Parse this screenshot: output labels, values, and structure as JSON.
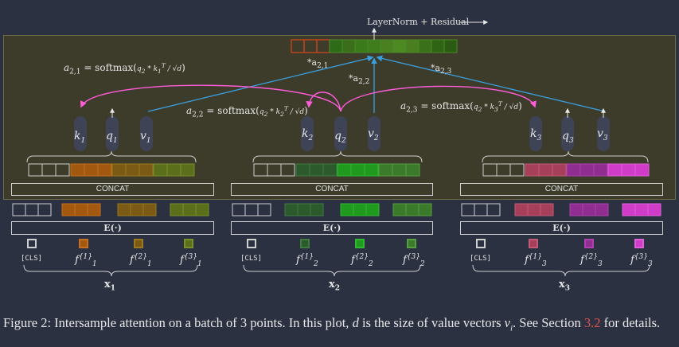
{
  "top_label": "LayerNorm + Residual",
  "blocks": [
    {
      "k": "k",
      "k_sub": "1",
      "q": "q",
      "q_sub": "1",
      "v": "v",
      "v_sub": "1",
      "concat": "CONCAT",
      "encoder": "E(·)",
      "x": "x",
      "x_sub": "1",
      "cls": "[CLS]",
      "f": [
        "f",
        "f",
        "f"
      ],
      "f_sub": "1",
      "f_sup": [
        "{1}",
        "{2}",
        "{3}"
      ]
    },
    {
      "k": "k",
      "k_sub": "2",
      "q": "q",
      "q_sub": "2",
      "v": "v",
      "v_sub": "2",
      "concat": "CONCAT",
      "encoder": "E(·)",
      "x": "x",
      "x_sub": "2",
      "cls": "[CLS]",
      "f": [
        "f",
        "f",
        "f"
      ],
      "f_sub": "2",
      "f_sup": [
        "{1}",
        "{2}",
        "{3}"
      ]
    },
    {
      "k": "k",
      "k_sub": "3",
      "q": "q",
      "q_sub": "3",
      "v": "v",
      "v_sub": "3",
      "concat": "CONCAT",
      "encoder": "E(·)",
      "x": "x",
      "x_sub": "3",
      "cls": "[CLS]",
      "f": [
        "f",
        "f",
        "f"
      ],
      "f_sub": "3",
      "f_sup": [
        "{1}",
        "{2}",
        "{3}"
      ]
    }
  ],
  "attention": {
    "a21": "a",
    "a21_sub": "2,1",
    "a22_sub": "2,2",
    "a23_sub": "2,3",
    "eq_prefix": "= softmax(",
    "eq_suffix": ")",
    "mult_a21": "*a",
    "mult_a22": "*a",
    "mult_a23": "*a"
  },
  "caption": {
    "part1": "Figure 2: Intersample attention on a batch of 3 points. In this plot, ",
    "d": "d",
    "part2": " is the size of value vectors ",
    "vi": "v",
    "vi_sub": "i",
    "part3": ". See Section ",
    "ref": "3.2",
    "part4": " for details."
  },
  "colors": {
    "panel": "#3d3b2a",
    "background": "#2b3140",
    "orange": "#a3580f",
    "brown": "#7a5a14",
    "olive": "#5a6e1c",
    "dark_green": "#2c5a2c",
    "green": "#1f9a1f",
    "mid_green": "#3a7a2a",
    "rose": "#a6405a",
    "purple": "#902d90",
    "magenta": "#d03cc8",
    "blue_arrow": "#3aa0e0",
    "pink_arrow": "#ff5cd8"
  }
}
